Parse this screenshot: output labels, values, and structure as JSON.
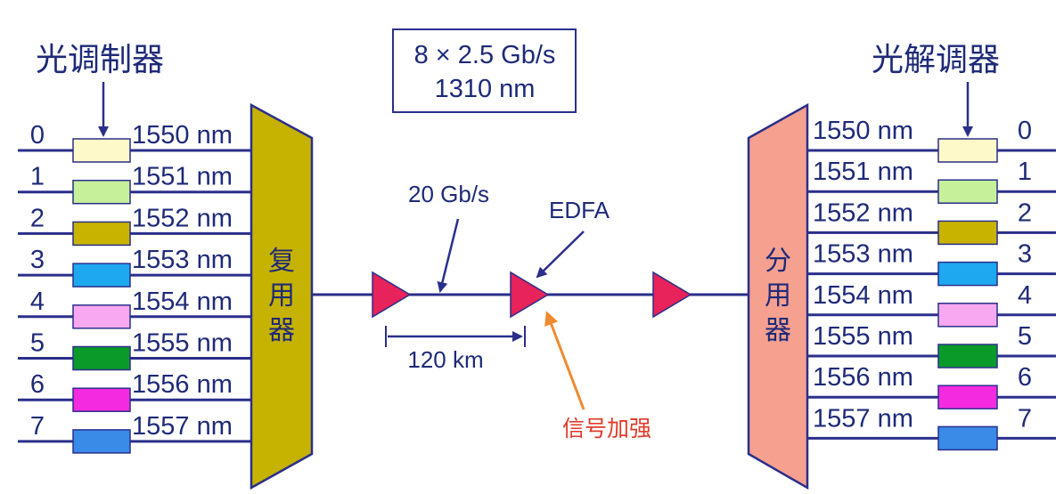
{
  "titles": {
    "modulator": "光调制器",
    "demodulator": "光解调器"
  },
  "info_box": {
    "line1": "8 × 2.5 Gb/s",
    "line2": "1310 nm"
  },
  "devices": {
    "mux": "复用器",
    "demux": "分用器"
  },
  "link": {
    "rate": "20 Gb/s",
    "amplifier": "EDFA",
    "span": "120 km",
    "note": "信号加强"
  },
  "channels": [
    {
      "index": "0",
      "wavelength": "1550 nm",
      "color": "#fdf9c8"
    },
    {
      "index": "1",
      "wavelength": "1551 nm",
      "color": "#c6f09a"
    },
    {
      "index": "2",
      "wavelength": "1552 nm",
      "color": "#c8b400"
    },
    {
      "index": "3",
      "wavelength": "1553 nm",
      "color": "#1ea8f0"
    },
    {
      "index": "4",
      "wavelength": "1554 nm",
      "color": "#f7a8f0"
    },
    {
      "index": "5",
      "wavelength": "1555 nm",
      "color": "#0a9a2a"
    },
    {
      "index": "6",
      "wavelength": "1556 nm",
      "color": "#f42ae0"
    },
    {
      "index": "7",
      "wavelength": "1557 nm",
      "color": "#3a8ae8"
    }
  ],
  "colors": {
    "line": "#2a2f8a",
    "mux_fill": "#c6b200",
    "demux_fill": "#f6a090",
    "amplifier_fill": "#e8225a",
    "note_arrow": "#f08a30"
  }
}
